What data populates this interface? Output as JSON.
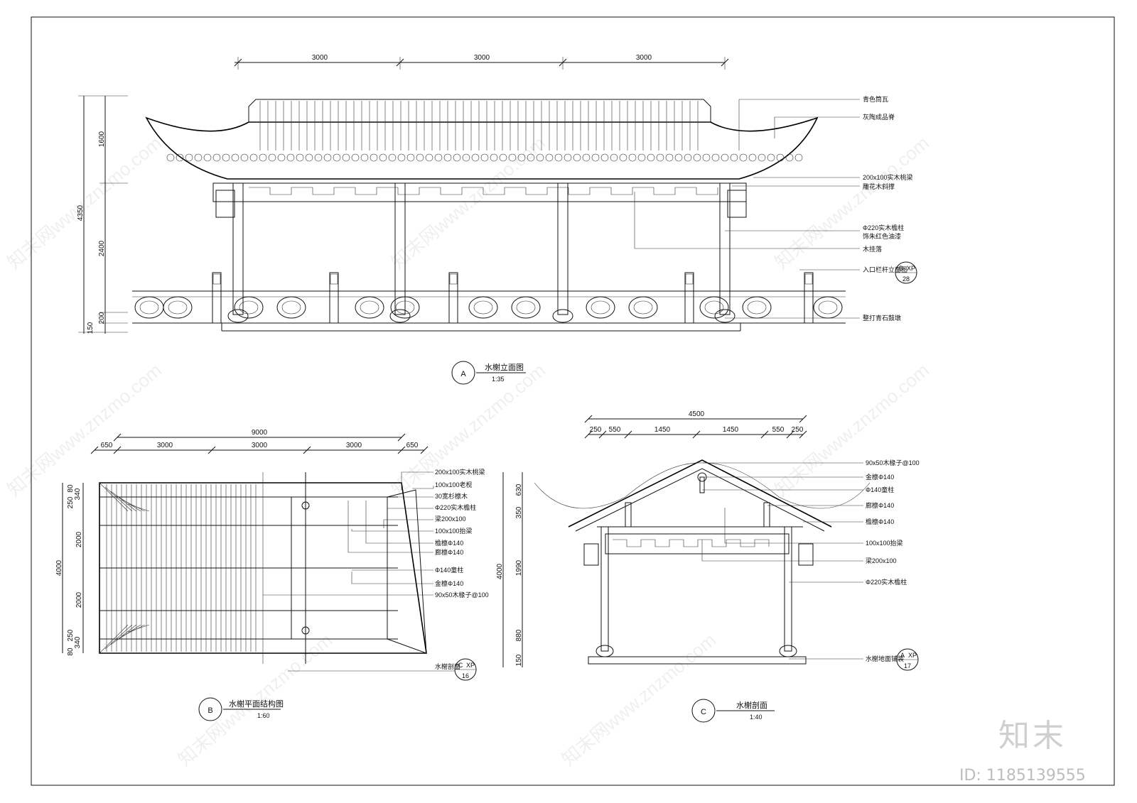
{
  "elevation": {
    "dims_top": [
      "3000",
      "3000",
      "3000"
    ],
    "dims_left": [
      "1600",
      "2400",
      "4350",
      "200",
      "150"
    ],
    "labels": [
      "青色筒瓦",
      "灰陶成品脊",
      "200x100实木桃梁",
      "雕花木斜撑",
      "Φ220实木檐柱",
      "饰朱红色油漆",
      "木挂落",
      "入口栏杆立面图",
      "整打青石鼓墩"
    ],
    "callout": {
      "letter": "B",
      "ref": "XP",
      "sheet": "28"
    },
    "title": {
      "letter": "A",
      "name": "水榭立面图",
      "scale": "1:35"
    }
  },
  "plan": {
    "dims_total": "9000",
    "dims_row": [
      "650",
      "3000",
      "3000",
      "3000",
      "650"
    ],
    "dims_left": [
      "80",
      "340",
      "250",
      "2000",
      "4000",
      "2000",
      "250",
      "340",
      "80"
    ],
    "labels": [
      "200x100实木桃梁",
      "100x100老枧",
      "30宽杉檩木",
      "Φ220实木檐柱",
      "梁200x100",
      "100x100抬梁",
      "檐檩Φ140",
      "廊檩Φ140",
      "Φ140童柱",
      "金檩Φ140",
      "90x50木椽子@100"
    ],
    "section_ref": "水榭剖面",
    "callout": {
      "letter": "C",
      "ref": "XP",
      "sheet": "16"
    },
    "title": {
      "letter": "B",
      "name": "水榭平面结构图",
      "scale": "1:60"
    }
  },
  "section": {
    "dims_total": "4500",
    "dims_row": [
      "250",
      "550",
      "1450",
      "1450",
      "550",
      "250"
    ],
    "dims_left": [
      "630",
      "350",
      "1990",
      "4000",
      "880",
      "150"
    ],
    "labels": [
      "90x50木椽子@100",
      "金檩Φ140",
      "Φ140童柱",
      "廊檩Φ140",
      "檐檩Φ140",
      "100x100抬梁",
      "梁200x100",
      "Φ220实木檐柱",
      "水榭地面铺装"
    ],
    "callout": {
      "letter": "A",
      "ref": "XP",
      "sheet": "17"
    },
    "title": {
      "letter": "C",
      "name": "水榭剖面",
      "scale": "1:40"
    }
  },
  "watermark": "知末网www.znzmo.com",
  "brand": "知末",
  "doc_id": "ID: 1185139555"
}
